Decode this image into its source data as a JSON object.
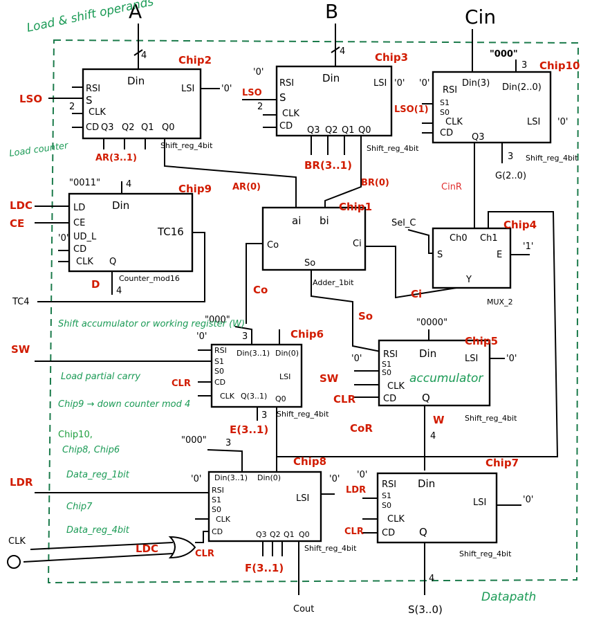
{
  "inputs": {
    "a": "A",
    "b": "B",
    "cin": "Cin",
    "bus4": "4"
  },
  "chips": {
    "chip2": {
      "name": "Chip2",
      "din": "Din",
      "rsi": "RSI",
      "s": "S",
      "clk": "CLK",
      "cd": "CD",
      "lsi": "LSI",
      "q3": "Q3",
      "q2": "Q2",
      "q1": "Q1",
      "q0": "Q0",
      "zero": "'0'",
      "type": "Shift_reg_4bit",
      "out": "AR(3..1)"
    },
    "chip3": {
      "name": "Chip3",
      "din": "Din",
      "rsi": "RSI",
      "s": "S",
      "clk": "CLK",
      "cd": "CD",
      "lsi": "LSI",
      "q3": "Q3",
      "q2": "Q2",
      "q1": "Q1",
      "q0": "Q0",
      "zero": "'0'",
      "type": "Shift_reg_4bit",
      "out": "BR(3..1)",
      "lso": "LSO"
    },
    "chip10": {
      "name": "Chip10",
      "const": "\"000\"",
      "din3": "Din(3)",
      "din20": "Din(2..0)",
      "rsi": "RSI",
      "s1": "S1",
      "s0": "S0",
      "clk": "CLK",
      "cd": "CD",
      "lsi": "LSI",
      "q3": "Q3",
      "zero": "'0'",
      "type": "Shift_reg_4bit",
      "out": "G(2..0)",
      "bus3": "3",
      "lso1": "LSO(1)",
      "cinr": "CinR"
    },
    "chip9": {
      "name": "Chip9",
      "const": "\"0011\"",
      "din": "Din",
      "ld": "LD",
      "ce": "CE",
      "udl": "UD_L",
      "cd": "CD",
      "clk": "CLK",
      "q": "Q",
      "tc": "TC16",
      "type": "Counter_mod16",
      "out": "D",
      "zero": "'0'"
    },
    "chip1": {
      "name": "Chip1",
      "ai": "ai",
      "bi": "bi",
      "co": "Co",
      "ci": "Ci",
      "so": "So",
      "type": "Adder_1bit"
    },
    "chip4": {
      "name": "Chip4",
      "ch0": "Ch0",
      "ch1": "Ch1",
      "s": "S",
      "e": "E",
      "y": "Y",
      "one": "'1'",
      "type": "MUX_2",
      "selc": "Sel_C"
    },
    "chip6": {
      "name": "Chip6",
      "const": "\"000\"",
      "rsi": "RSI",
      "s1": "S1",
      "s0": "S0",
      "cd": "CD",
      "clk": "CLK",
      "din31": "Din(3..1)",
      "din0": "Din(0)",
      "lsi": "LSI",
      "q31": "Q(3..1)",
      "q0": "Q0",
      "type": "Shift_reg_4bit",
      "out": "E(3..1)",
      "bus3": "3",
      "zero": "'0'"
    },
    "chip5": {
      "name": "Chip5",
      "const": "\"0000\"",
      "rsi": "RSI",
      "s1": "S1",
      "s0": "S0",
      "clk": "CLK",
      "cd": "CD",
      "din": "Din",
      "lsi": "LSI",
      "q": "Q",
      "label": "accumulator",
      "type": "Shift_reg_4bit",
      "zero": "'0'"
    },
    "chip8": {
      "name": "Chip8",
      "const": "\"000\"",
      "rsi": "RSI",
      "s1": "S1",
      "s0": "S0",
      "clk": "CLK",
      "cd": "CD",
      "din31": "Din(3..1)",
      "din0": "Din(0)",
      "lsi": "LSI",
      "q3": "Q3",
      "q2": "Q2",
      "q1": "Q1",
      "q0": "Q0",
      "type": "Shift_reg_4bit",
      "out": "F(3..1)",
      "bus3": "3",
      "zero": "'0'"
    },
    "chip7": {
      "name": "Chip7",
      "rsi": "RSI",
      "s1": "S1",
      "s0": "S0",
      "clk": "CLK",
      "cd": "CD",
      "din": "Din",
      "lsi": "LSI",
      "q": "Q",
      "type": "Shift_reg_4bit",
      "zero": "'0'"
    }
  },
  "signals": {
    "lso": "LSO",
    "ldc": "LDC",
    "ce": "CE",
    "sw": "SW",
    "clr": "CLR",
    "ldr": "LDR",
    "clk": "CLK",
    "tc4": "TC4",
    "ar0": "AR(0)",
    "br0": "BR(0)",
    "co": "Co",
    "so": "So",
    "ci": "Ci",
    "cor": "CoR",
    "w": "W",
    "cout": "Cout",
    "s30": "S(3..0)",
    "two": "2",
    "four": "4",
    "three": "3",
    "ldc_gate": "LDC",
    "clr_gate": "CLR"
  },
  "annotations": {
    "load_shift": "Load & shift operands",
    "load_counter": "Load counter",
    "shift_acc": "Shift accumulator or working register (W)",
    "load_partial": "Load partial carry",
    "chip9_note": "Chip9 → down counter mod 4",
    "chip10_note": "Chip10,",
    "chip8_note": "Chip8, Chip6",
    "data_reg_1bit": "Data_reg_1bit",
    "chip7_note": "Chip7",
    "data_reg_4bit": "Data_reg_4bit",
    "datapath": "Datapath"
  },
  "colors": {
    "ink": "#000000",
    "red": "#d11b00",
    "green": "#1a9a55"
  }
}
